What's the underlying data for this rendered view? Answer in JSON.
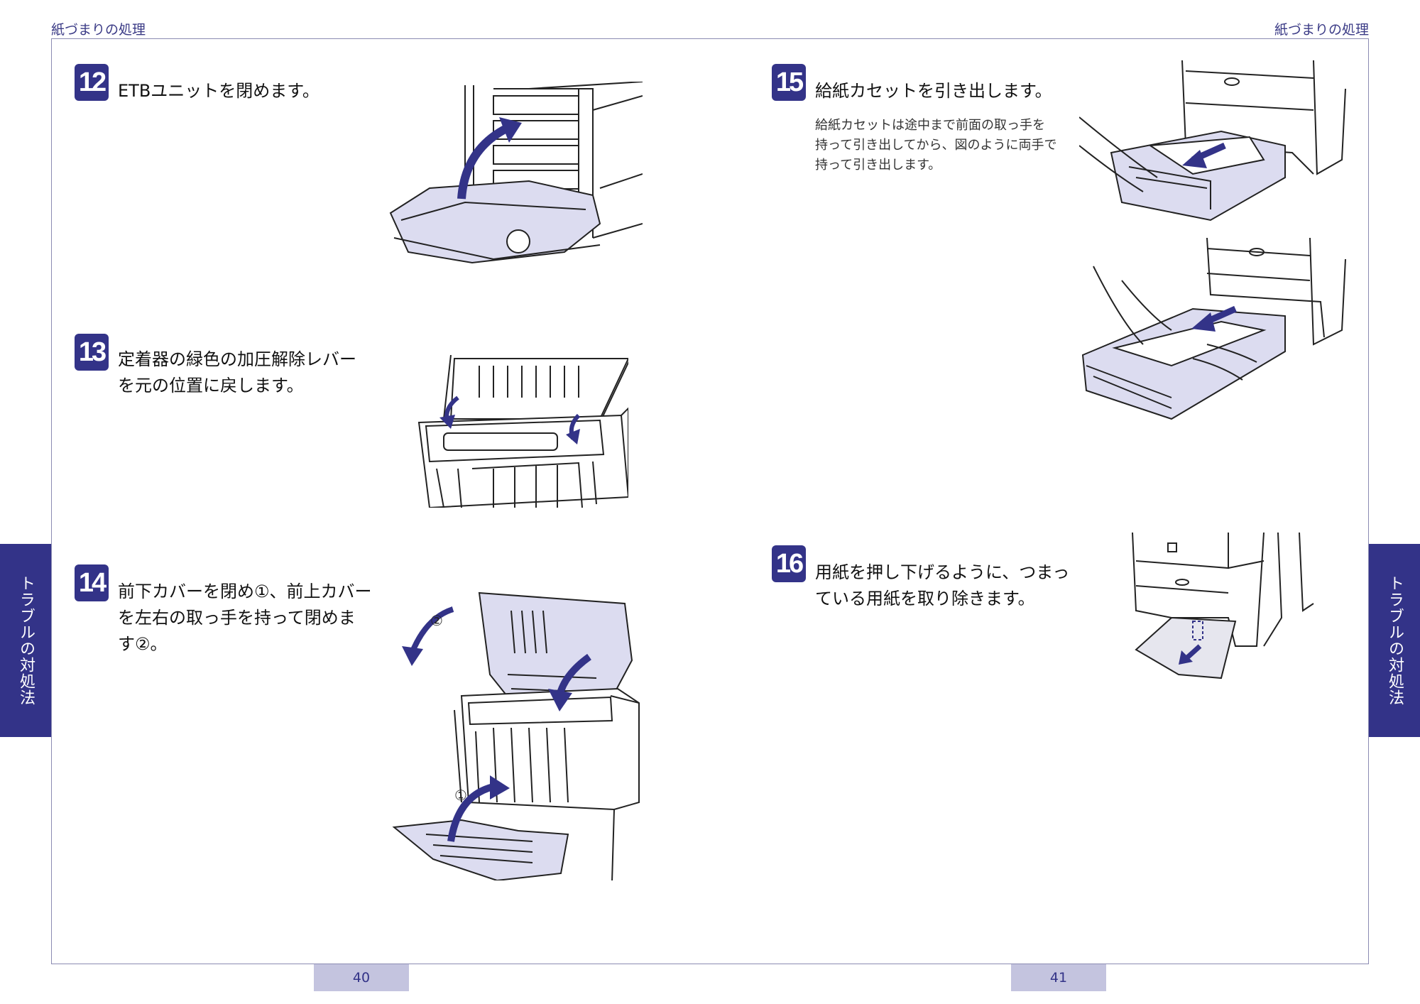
{
  "header": {
    "left": "紙づまりの処理",
    "right": "紙づまりの処理"
  },
  "side_tab": {
    "left": "トラブルの対処法",
    "right": "トラブルの対処法"
  },
  "pages": {
    "left": "40",
    "right": "41"
  },
  "steps": {
    "s12": {
      "num": "12",
      "title": "ETBユニットを閉めます。"
    },
    "s13": {
      "num": "13",
      "title_line1": "定着器の緑色の加圧解除レバー",
      "title_line2": "を元の位置に戻します。"
    },
    "s14": {
      "num": "14",
      "title_line1": "前下カバーを閉め①、前上カバー",
      "title_line2": "を左右の取っ手を持って閉めま",
      "title_line3": "す②。",
      "callout1": "①",
      "callout2": "②"
    },
    "s15": {
      "num": "15",
      "title": "給紙カセットを引き出します。",
      "desc_line1": "給紙カセットは途中まで前面の取っ手を",
      "desc_line2": "持って引き出してから、図のように両手で",
      "desc_line3": "持って引き出します。"
    },
    "s16": {
      "num": "16",
      "title_line1": "用紙を押し下げるように、つまっ",
      "title_line2": "ている用紙を取り除きます。"
    }
  },
  "colors": {
    "accent": "#333388",
    "illustration_fill": "#dcdcf0",
    "arrow": "#333388",
    "page_tab": "#c4c4df"
  }
}
